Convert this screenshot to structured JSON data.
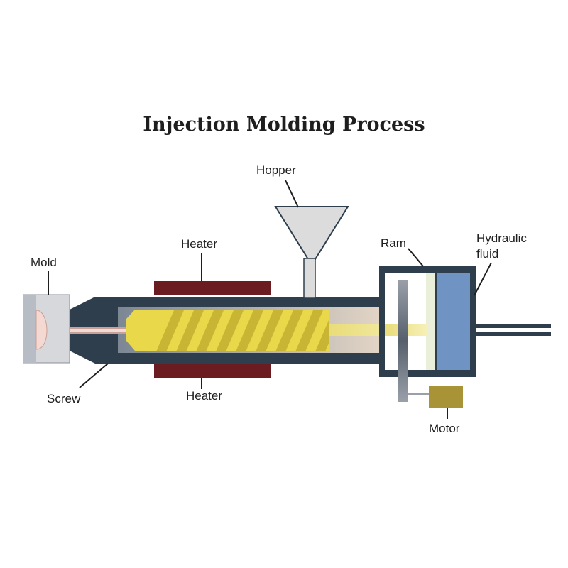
{
  "title": "Injection Molding Process",
  "labels": {
    "hopper": "Hopper",
    "heater_top": "Heater",
    "heater_bottom": "Heater",
    "mold": "Mold",
    "screw": "Screw",
    "ram": "Ram",
    "hydraulic_line1": "Hydraulic",
    "hydraulic_line2": "fluid",
    "motor": "Motor"
  },
  "colors": {
    "barrel": "#2f3e4c",
    "heater": "#6b1c20",
    "screw": "#e8d84a",
    "screw_flight": "#c9b534",
    "hopper": "#dcdcdc",
    "hydraulic_fluid": "#6f93c2",
    "motor": "#a89436",
    "mold": "#d6d8dc"
  }
}
